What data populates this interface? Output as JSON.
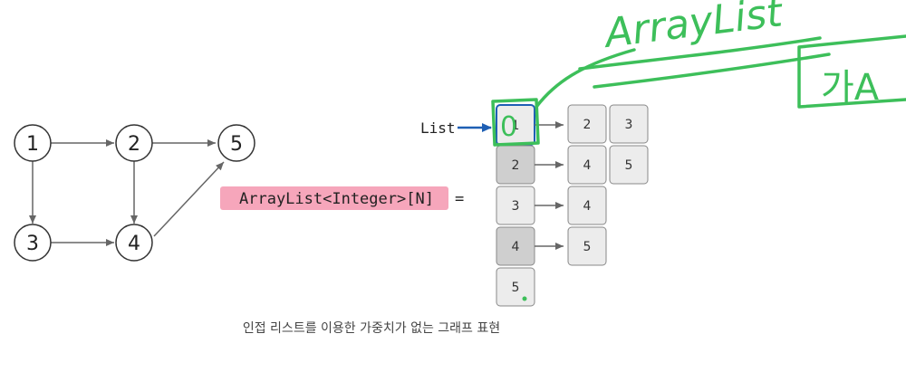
{
  "graph": {
    "nodes": [
      "1",
      "2",
      "3",
      "4",
      "5"
    ],
    "edges": [
      [
        "1",
        "2"
      ],
      [
        "2",
        "5"
      ],
      [
        "1",
        "3"
      ],
      [
        "2",
        "4"
      ],
      [
        "3",
        "4"
      ],
      [
        "4",
        "5"
      ]
    ]
  },
  "code_label": "ArrayList<Integer>[N]",
  "equals_sign": "=",
  "list_pointer_label": "List",
  "adjacency": {
    "index_cells": [
      "1",
      "2",
      "3",
      "4",
      "5"
    ],
    "neighbors": [
      [
        "2",
        "3"
      ],
      [
        "4",
        "5"
      ],
      [
        "4"
      ],
      [
        "5"
      ],
      []
    ]
  },
  "caption": "인접 리스트를 이용한 가중치가 없는 그래프 표현",
  "annotation": {
    "arraylist_note": "ArrayList",
    "boxed_note": "가A",
    "index_overwrite": "0"
  },
  "colors": {
    "pink_highlight": "#f6a6bb",
    "handwriting_green": "#3dbf5a",
    "pointer_blue": "#1e5fb4",
    "cell_light": "#ececec",
    "cell_dark": "#cfcfcf"
  }
}
